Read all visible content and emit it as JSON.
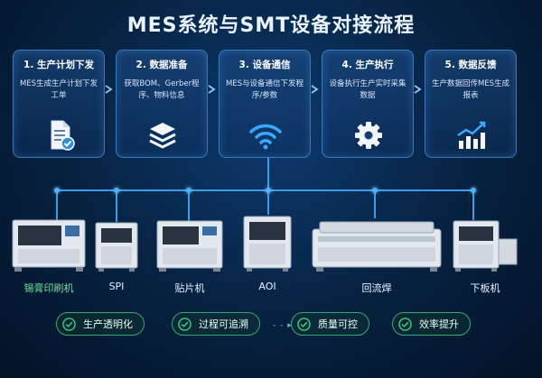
{
  "title": "MES系统与SMT设备对接流程",
  "steps": [
    {
      "title": "1. 生产计划下发",
      "desc": "MES生成生产计划下发工单",
      "icon": "document-check-icon"
    },
    {
      "title": "2. 数据准备",
      "desc": "获取BOM、Gerber程序、物料信息",
      "icon": "stacked-layers-icon"
    },
    {
      "title": "3. 设备通信",
      "desc": "MES与设备通信下发程序/参数",
      "icon": "wifi-icon"
    },
    {
      "title": "4. 生产执行",
      "desc": "设备执行生产实时采集数据",
      "icon": "gear-icon"
    },
    {
      "title": "5. 数据反馈",
      "desc": "生产数据回传MES生成报表",
      "icon": "trend-chart-icon"
    }
  ],
  "machines": [
    {
      "label": "锡膏印刷机"
    },
    {
      "label": "SPI"
    },
    {
      "label": "贴片机"
    },
    {
      "label": "AOI"
    },
    {
      "label": "回流焊"
    },
    {
      "label": "下板机"
    }
  ],
  "benefits": [
    {
      "label": "生产透明化"
    },
    {
      "label": "过程可追溯"
    },
    {
      "label": "质量可控"
    },
    {
      "label": "效率提升"
    }
  ],
  "colors": {
    "accent": "#3f9be8",
    "check": "#3ccf7e",
    "box_border": "#3b78b8"
  }
}
